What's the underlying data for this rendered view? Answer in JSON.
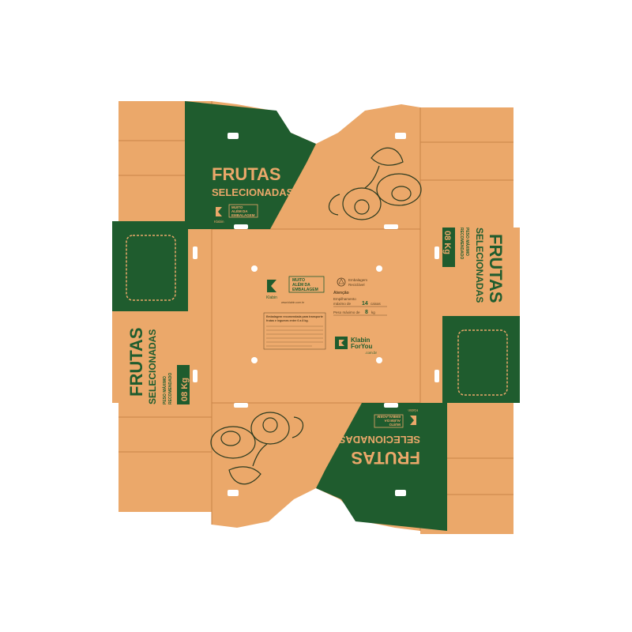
{
  "colors": {
    "cardboard": "#EBA86A",
    "cardboard_shade": "#D9955A",
    "print_green": "#1F5C2E",
    "crease": "#C98448",
    "white_text": "#FFFFFF"
  },
  "top_panel": {
    "title": "FRUTAS",
    "subtitle": "SELECIONADAS",
    "brand": "Klabin",
    "tagline": [
      "MUITO",
      "ALÉM DA",
      "EMBALAGEM"
    ]
  },
  "left_panel": {
    "title": "FRUTAS",
    "subtitle": "SELECIONADAS",
    "weight_label": [
      "PESO MÁXIMO",
      "RECOMENDADO"
    ],
    "weight_value": "08 Kg"
  },
  "right_panel": {
    "title": "FRUTAS",
    "subtitle": "SELECIONADAS",
    "weight_label": [
      "PESO MÁXIMO",
      "RECOMENDADO"
    ],
    "weight_value": "08 Kg"
  },
  "bottom_panel": {
    "title": "FRUTAS",
    "subtitle": "SELECIONADAS",
    "brand": "Klabin",
    "tagline": [
      "MUITO",
      "ALÉM DA",
      "EMBALAGEM"
    ]
  },
  "base_panel": {
    "brand": "Klabin",
    "tagline": [
      "MUITO",
      "ALÉM DA",
      "EMBALAGEM"
    ],
    "website": "www.klabin.com.br",
    "recycle_label": [
      "Embalagem",
      "Reciclável"
    ],
    "attention": "Atenção",
    "stacking_label": [
      "Empilhamento",
      "máximo de"
    ],
    "stacking_value": "14",
    "stacking_unit": "caixas",
    "weight_label": "Peso máximo de",
    "weight_value": "8",
    "weight_unit": "kg",
    "info_heading": [
      "Embalagem recomendada para transporte",
      "frutas e legumes entre 6 a 8 kg."
    ],
    "footer_logo": [
      "Klabin",
      "ForYou",
      ".com.br"
    ]
  },
  "icons": [
    "fruit-illustration",
    "klabin-logo-icon",
    "recycle-icon"
  ]
}
